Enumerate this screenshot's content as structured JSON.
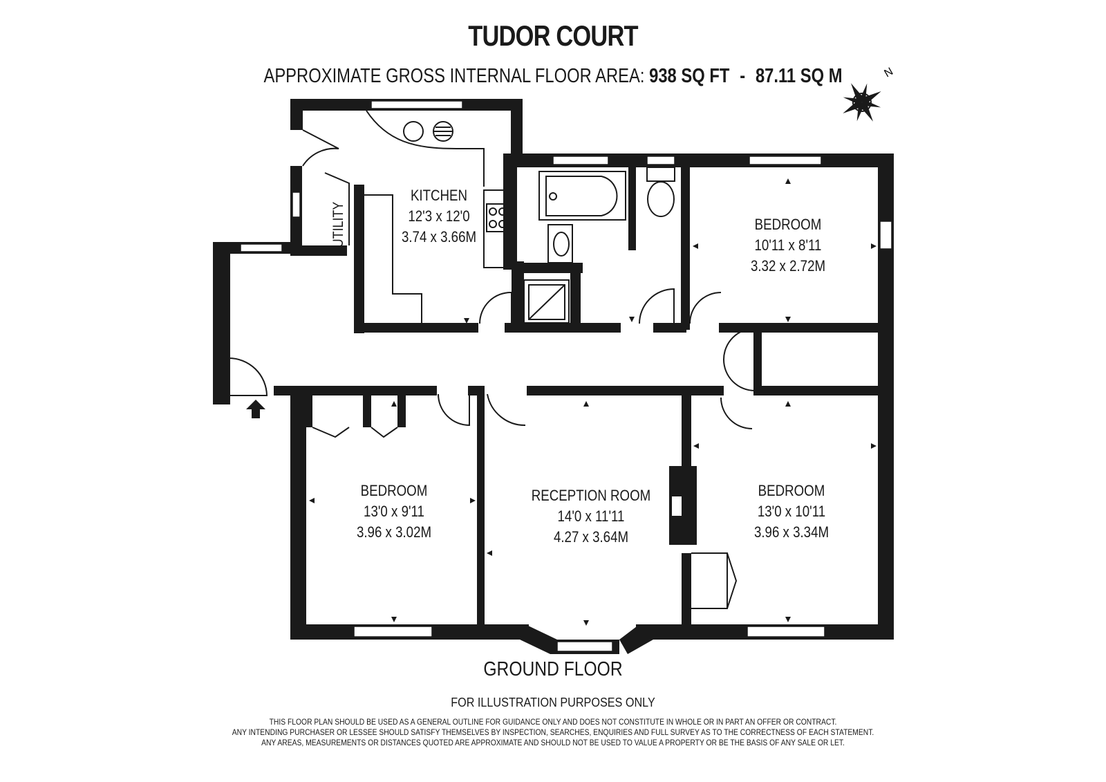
{
  "header": {
    "title": "TUDOR COURT",
    "area_label": "APPROXIMATE GROSS INTERNAL FLOOR AREA:",
    "area_sqft": "938 SQ FT",
    "area_separator": "-",
    "area_sqm": "87.11 SQ M"
  },
  "compass": {
    "north_label": "N"
  },
  "rooms": {
    "kitchen": {
      "name": "KITCHEN",
      "imperial": "12'3 x 12'0",
      "metric": "3.74 x 3.66M"
    },
    "utility": {
      "name": "UTILITY"
    },
    "bedroom_top_right": {
      "name": "BEDROOM",
      "imperial": "10'11 x 8'11",
      "metric": "3.32 x 2.72M"
    },
    "bedroom_bottom_left": {
      "name": "BEDROOM",
      "imperial": "13'0 x 9'11",
      "metric": "3.96 x 3.02M"
    },
    "reception": {
      "name": "RECEPTION ROOM",
      "imperial": "14'0 x 11'11",
      "metric": "4.27 x 3.64M"
    },
    "bedroom_bottom_right": {
      "name": "BEDROOM",
      "imperial": "13'0 x 10'11",
      "metric": "3.96 x 3.34M"
    }
  },
  "footer": {
    "floor_name": "GROUND FLOOR",
    "illustration_note": "FOR ILLUSTRATION PURPOSES ONLY",
    "disclaimer_lines": [
      "THIS FLOOR PLAN SHOULD BE USED AS A GENERAL OUTLINE FOR GUIDANCE ONLY AND DOES NOT CONSTITUTE IN WHOLE OR IN PART AN OFFER OR CONTRACT.",
      "ANY INTENDING PURCHASER OR LESSEE SHOULD SATISFY THEMSELVES BY INSPECTION, SEARCHES, ENQUIRIES AND FULL SURVEY AS TO THE CORRECTNESS OF EACH STATEMENT.",
      "ANY AREAS, MEASUREMENTS OR DISTANCES QUOTED ARE APPROXIMATE AND SHOULD NOT BE USED TO VALUE A PROPERTY OR BE THE BASIS OF ANY SALE OR LET."
    ]
  },
  "colors": {
    "ink": "#1a1a1a",
    "paper": "#ffffff"
  }
}
